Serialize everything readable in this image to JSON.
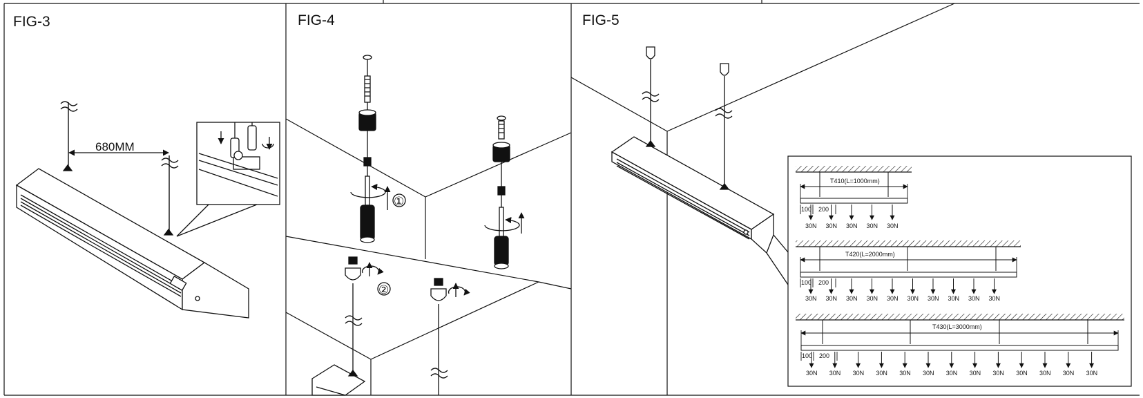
{
  "figures": {
    "fig3": {
      "title": "FIG-3",
      "spacing_label": "680MM"
    },
    "fig4": {
      "title": "FIG-4",
      "step1": "①",
      "step2": "②"
    },
    "fig5": {
      "title": "FIG-5"
    }
  },
  "load_tables": [
    {
      "model": "T410(L=1000mm)",
      "offset_a": "100",
      "offset_b": "200",
      "loads": [
        "30N",
        "30N",
        "30N",
        "30N",
        "30N"
      ]
    },
    {
      "model": "T420(L=2000mm)",
      "offset_a": "100",
      "offset_b": "200",
      "loads": [
        "30N",
        "30N",
        "30N",
        "30N",
        "30N",
        "30N",
        "30N",
        "30N",
        "30N",
        "30N"
      ]
    },
    {
      "model": "T430(L=3000mm)",
      "offset_a": "100",
      "offset_b": "200",
      "loads": [
        "30N",
        "30N",
        "30N",
        "30N",
        "30N",
        "30N",
        "30N",
        "30N",
        "30N",
        "30N",
        "30N",
        "30N",
        "30N"
      ]
    }
  ],
  "colors": {
    "line": "#111111",
    "background": "#ffffff"
  }
}
